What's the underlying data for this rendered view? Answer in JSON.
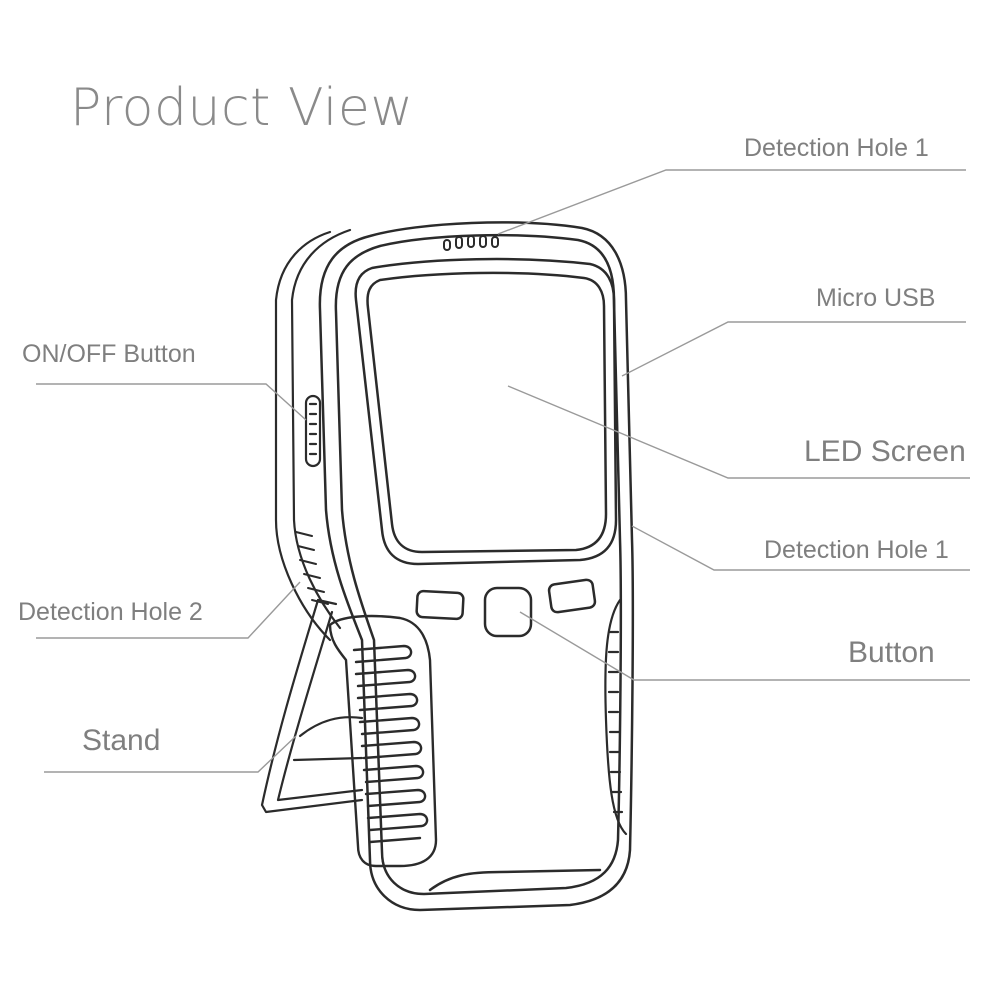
{
  "title": "Product View",
  "labels": {
    "detection_hole_1_top": "Detection Hole 1",
    "micro_usb": "Micro USB",
    "on_off_button": "ON/OFF Button",
    "led_screen": "LED Screen",
    "detection_hole_1_side": "Detection Hole 1",
    "detection_hole_2": "Detection Hole 2",
    "button": "Button",
    "stand": "Stand"
  },
  "colors": {
    "line_art": "#2b2b2b",
    "leader_line": "#9a9a9a",
    "label_text": "#7f7f7f",
    "title_text": "#8a8a8a"
  }
}
